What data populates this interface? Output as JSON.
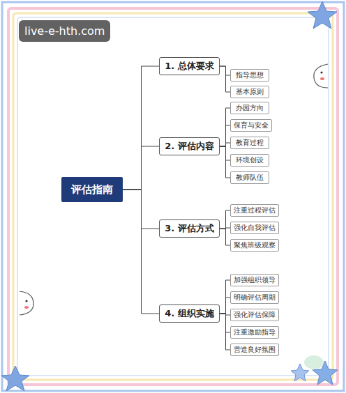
{
  "diagram": {
    "nodes": [
      {
        "text": [
          "评估指南"
        ]
      },
      {
        "text": [
          "1. 总体要求"
        ]
      },
      {
        "text": [
          "指导思想"
        ]
      },
      {
        "text": [
          "基本原则"
        ]
      },
      {
        "text": [
          "2. 评估内容"
        ]
      },
      {
        "text": [
          "办园方向"
        ]
      },
      {
        "text": [
          "保育与安全"
        ]
      },
      {
        "text": [
          "教育过程"
        ]
      },
      {
        "text": [
          "环境创设"
        ]
      },
      {
        "text": [
          "教师队伍"
        ]
      },
      {
        "text": [
          "3. 评估方式"
        ]
      },
      {
        "text": [
          "注重过程评估"
        ]
      },
      {
        "text": [
          "强化自我评估"
        ]
      },
      {
        "text": [
          "聚焦班级观察"
        ]
      },
      {
        "text": [
          "4. 组织实施"
        ]
      },
      {
        "text": [
          "加强组织领导"
        ]
      },
      {
        "text": [
          "明确评估周期"
        ]
      },
      {
        "text": [
          "强化评估保障"
        ]
      },
      {
        "text": [
          "注重激励指导"
        ]
      },
      {
        "text": [
          "营造良好氛围"
        ]
      }
    ],
    "edges": [
      {
        "from": 0,
        "to": 1,
        "arrow": "none"
      },
      {
        "from": 0,
        "to": 4,
        "arrow": "none"
      },
      {
        "from": 0,
        "to": 10,
        "arrow": "none"
      },
      {
        "from": 0,
        "to": 14,
        "arrow": "none"
      },
      {
        "from": 1,
        "to": 2,
        "arrow": "none"
      },
      {
        "from": 1,
        "to": 3,
        "arrow": "none"
      },
      {
        "from": 4,
        "to": 5,
        "arrow": "none"
      },
      {
        "from": 4,
        "to": 6,
        "arrow": "none"
      },
      {
        "from": 4,
        "to": 7,
        "arrow": "none"
      },
      {
        "from": 4,
        "to": 8,
        "arrow": "none"
      },
      {
        "from": 4,
        "to": 9,
        "arrow": "none"
      },
      {
        "from": 10,
        "to": 11,
        "arrow": "none"
      },
      {
        "from": 10,
        "to": 12,
        "arrow": "none"
      },
      {
        "from": 10,
        "to": 13,
        "arrow": "none"
      },
      {
        "from": 14,
        "to": 15,
        "arrow": "none"
      },
      {
        "from": 14,
        "to": 16,
        "arrow": "none"
      },
      {
        "from": 14,
        "to": 17,
        "arrow": "none"
      },
      {
        "from": 14,
        "to": 18,
        "arrow": "none"
      },
      {
        "from": 14,
        "to": 19,
        "arrow": "none"
      }
    ],
    "labels": [
      "live-e-hth.com"
    ]
  }
}
